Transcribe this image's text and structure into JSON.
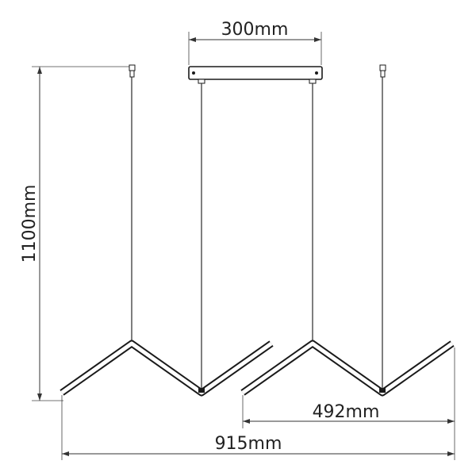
{
  "dimensions": {
    "canopy_width": "300mm",
    "height": "1100mm",
    "module_width": "492mm",
    "total_width": "915mm"
  }
}
